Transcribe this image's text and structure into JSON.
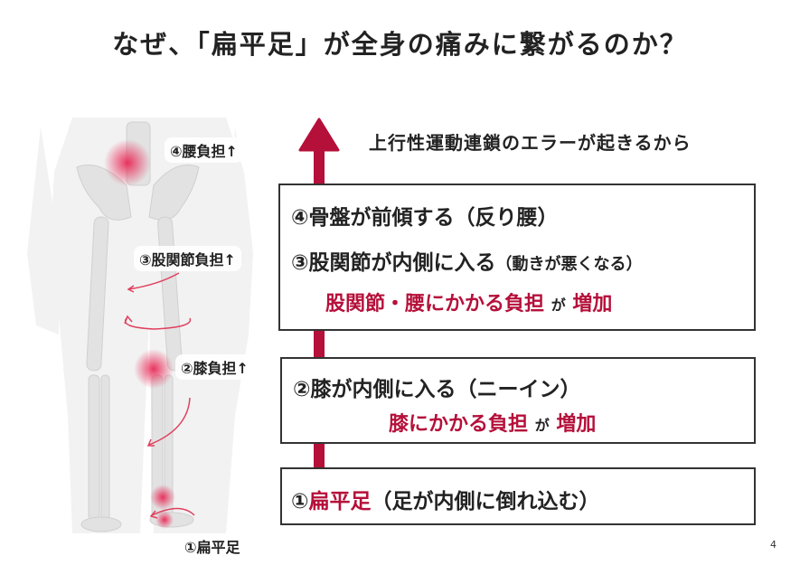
{
  "title": "なぜ、「扁平足」が全身の痛みに繋がるのか？",
  "subtitle": "上行性運動連鎖のエラーが起きるから",
  "accent_color": "#b5103a",
  "box_top": {
    "line1": "④骨盤が前傾する（反り腰）",
    "line2_main": "③股関節が内側に入る",
    "line2_note": "（動きが悪くなる）",
    "result_part1": "股関節・腰にかかる負担",
    "result_ga": "が",
    "result_part2": "増加"
  },
  "box_mid": {
    "line1": "②膝が内側に入る（ニーイン）",
    "result_part1": "膝にかかる負担",
    "result_ga": "が",
    "result_part2": "増加"
  },
  "box_bottom": {
    "num": "①",
    "flatfoot": "扁平足",
    "rest": "（足が内側に倒れ込む）"
  },
  "figure_labels": {
    "waist": "④腰負担↑",
    "hip": "③股関節負担↑",
    "knee": "②膝負担↑",
    "foot": "①扁平足"
  },
  "page_number": "4"
}
